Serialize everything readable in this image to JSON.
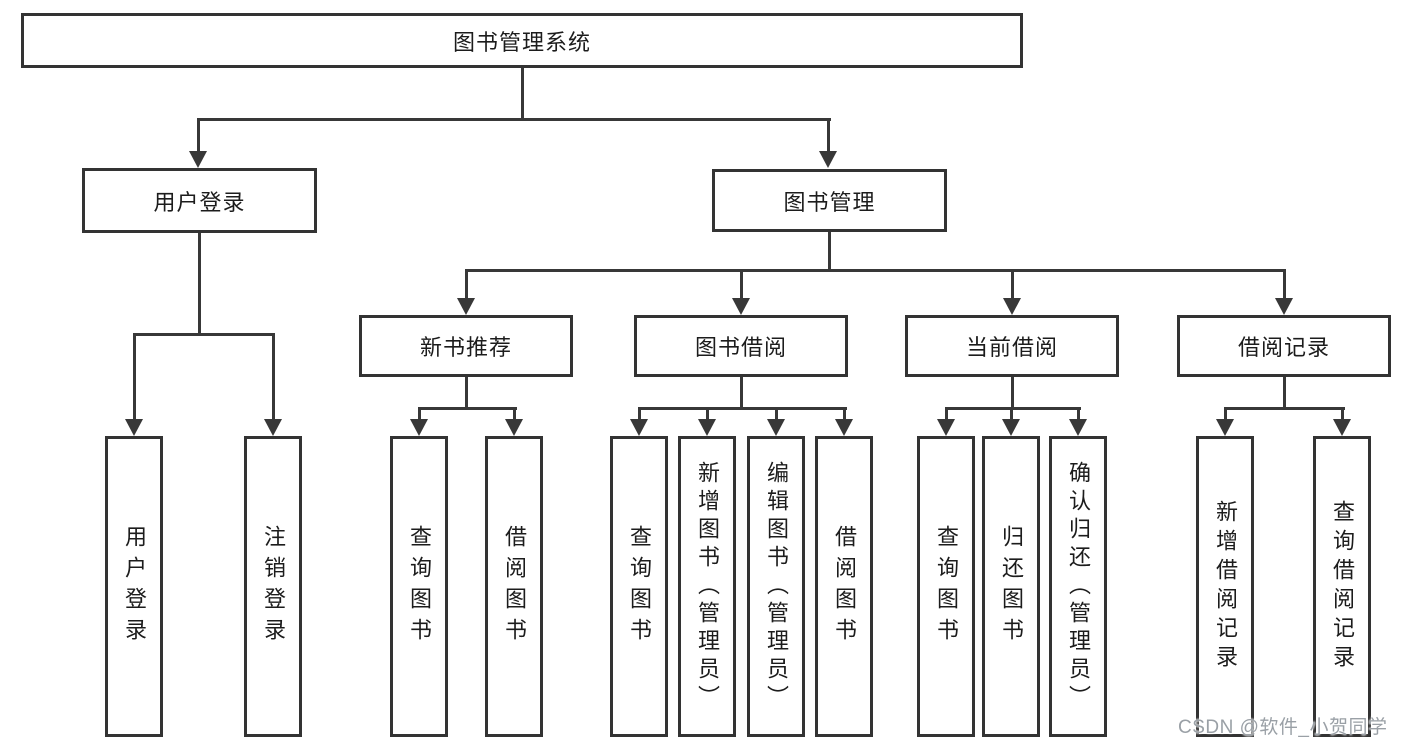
{
  "colors": {
    "background": "#ffffff",
    "line": "#383838",
    "box_border": "#333333",
    "text": "#1c1c1c",
    "watermark_text": "#9aa0a6"
  },
  "tree": {
    "root": "图书管理系统",
    "branches": [
      {
        "label": "用户登录",
        "children": [
          "用户登录",
          "注销登录"
        ]
      },
      {
        "label": "图书管理",
        "sections": [
          {
            "label": "新书推荐",
            "children": [
              "查询图书",
              "借阅图书"
            ]
          },
          {
            "label": "图书借阅",
            "children": [
              "查询图书",
              "新增图书（管理员）",
              "编辑图书（管理员）",
              "借阅图书"
            ]
          },
          {
            "label": "当前借阅",
            "children": [
              "查询图书",
              "归还图书",
              "确认归还（管理员）"
            ]
          },
          {
            "label": "借阅记录",
            "children": [
              "新增借阅记录",
              "查询借阅记录"
            ]
          }
        ]
      }
    ]
  },
  "watermark": {
    "text": "CSDN @软件_小贺同学"
  }
}
